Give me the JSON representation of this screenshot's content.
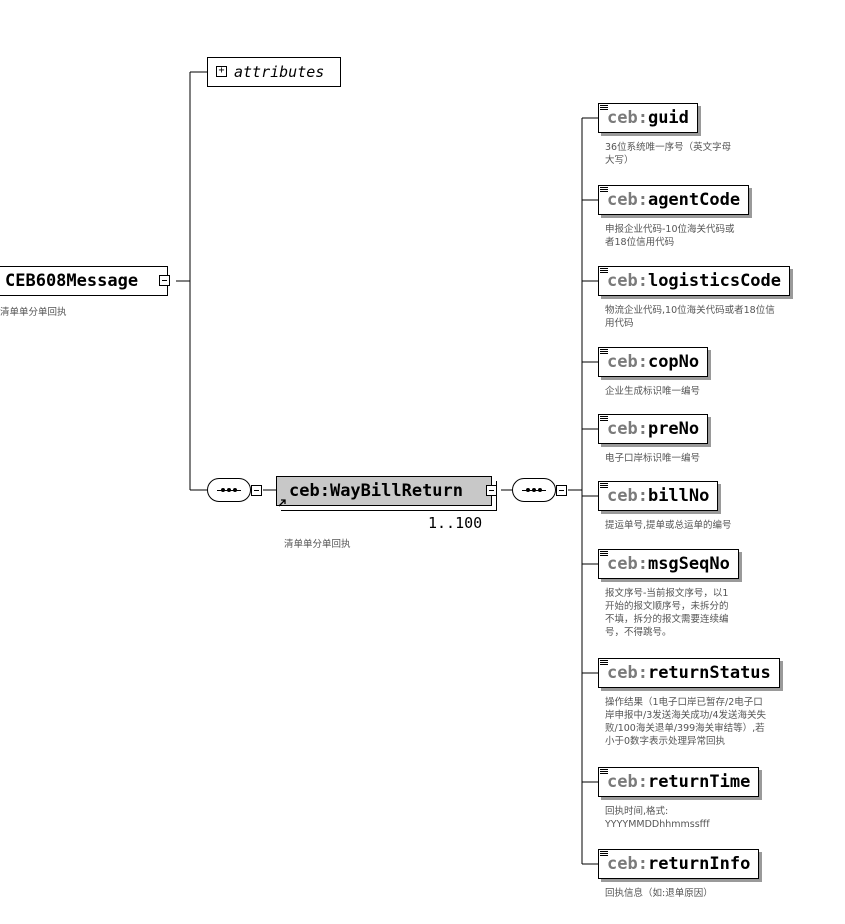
{
  "attributes_label": "attributes",
  "root": {
    "name": "CEB608Message",
    "desc": "清单单分单回执"
  },
  "waybill": {
    "prefix": "ceb:",
    "name": "WayBillReturn",
    "cardinality": "1..100",
    "desc": "清单单分单回执"
  },
  "elements": [
    {
      "prefix": "ceb:",
      "name": "guid",
      "desc": "36位系统唯一序号（英文字母\n大写）"
    },
    {
      "prefix": "ceb:",
      "name": "agentCode",
      "desc": "申报企业代码-10位海关代码或\n者18位信用代码"
    },
    {
      "prefix": "ceb:",
      "name": "logisticsCode",
      "desc": "物流企业代码,10位海关代码或者18位信\n用代码"
    },
    {
      "prefix": "ceb:",
      "name": "copNo",
      "desc": "企业生成标识唯一编号"
    },
    {
      "prefix": "ceb:",
      "name": "preNo",
      "desc": "电子口岸标识唯一编号"
    },
    {
      "prefix": "ceb:",
      "name": "billNo",
      "desc": "提运单号,提单或总运单的编号"
    },
    {
      "prefix": "ceb:",
      "name": "msgSeqNo",
      "desc": "报文序号-当前报文序号，以1\n开始的报文顺序号，未拆分的\n不填，拆分的报文需要连续编\n号，不得跳号。"
    },
    {
      "prefix": "ceb:",
      "name": "returnStatus",
      "desc": "操作结果（1电子口岸已暂存/2电子口\n岸申报中/3发送海关成功/4发送海关失\n败/100海关退单/399海关审结等）,若\n小于0数字表示处理异常回执"
    },
    {
      "prefix": "ceb:",
      "name": "returnTime",
      "desc": "回执时间,格式:\nYYYYMMDDhhmmssfff"
    },
    {
      "prefix": "ceb:",
      "name": "returnInfo",
      "desc": "回执信息（如:退单原因）"
    }
  ]
}
